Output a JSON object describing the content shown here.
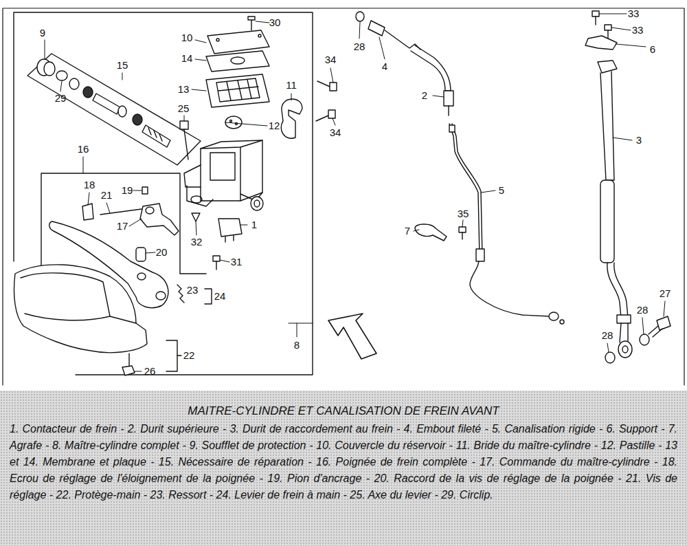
{
  "diagram": {
    "title": "MAITRE-CYLINDRE ET CANALISATION DE FREIN AVANT",
    "caption": "1. Contacteur de frein - 2. Durit supérieure - 3. Durit de raccordement au frein - 4. Embout fileté - 5. Canalisation rigide - 6. Support - 7. Agrafe - 8. Maître-cylindre complet - 9. Soufflet de protection - 10. Couvercle du réservoir - 11. Bride du maître-cylindre - 12. Pastille - 13 et 14. Membrane et plaque - 15. Nécessaire de réparation - 16. Poignée de frein complète - 17. Commande du maître-cylindre - 18. Ecrou de réglage de l'éloignement de la poignée - 19. Pion d'ancrage - 20. Raccord de la vis de réglage de la poignée - 21. Vis de réglage - 22. Protège-main - 23. Ressort - 24. Levier de frein à main - 25. Axe du levier - 29. Circlip.",
    "labels": [
      "9",
      "10",
      "30",
      "28",
      "33",
      "33",
      "14",
      "34",
      "4",
      "6",
      "15",
      "29",
      "13",
      "11",
      "2",
      "3",
      "12",
      "34",
      "25",
      "16",
      "18",
      "19",
      "21",
      "5",
      "17",
      "1",
      "35",
      "7",
      "32",
      "20",
      "31",
      "23",
      "24",
      "27",
      "28",
      "28",
      "8",
      "22",
      "26"
    ]
  }
}
